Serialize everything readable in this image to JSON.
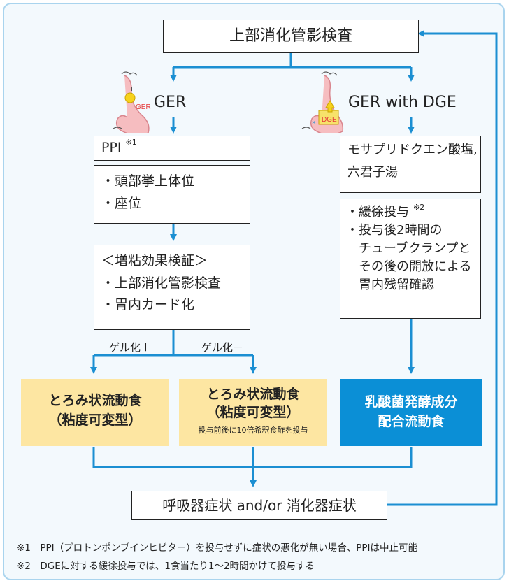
{
  "top_box": "上部消化管影検査",
  "ger_label": "GER",
  "ger_dge_label": "GER with DGE",
  "stomach_left_tag": "GER",
  "stomach_right_tag": "DGE",
  "left": {
    "ppi": "PPI",
    "ppi_ref": "※1",
    "posture": [
      "・頭部挙上体位",
      "・座位"
    ],
    "thick_test": [
      "＜増粘効果検証＞",
      "・上部消化管影検査",
      "・胃内カード化"
    ],
    "gel_plus": "ゲル化＋",
    "gel_minus": "ゲル化－",
    "food1": [
      "とろみ状流動食",
      "（粘度可変型）"
    ],
    "food2": [
      "とろみ状流動食",
      "（粘度可変型）"
    ],
    "food2_note": "投与前後に10倍希釈食酢を投与"
  },
  "right": {
    "drug": [
      "モサプリドクエン酸塩,",
      "六君子湯"
    ],
    "slow_admin": "・緩徐投与",
    "slow_ref": "※2",
    "clamp": [
      "・投与後2時間の",
      "チューブクランプと",
      "その後の開放による",
      "胃内残留確認"
    ],
    "food3": [
      "乳酸菌発酵成分",
      "配合流動食"
    ]
  },
  "bottom_box": "呼吸器症状 and/or 消化器症状",
  "notes": [
    "※1　PPI（プロトンポンプインヒビター）を投与せずに症状の悪化が無い場合、PPIは中止可能",
    "※2　DGEに対する緩徐投与では、1食当たり1～2時間かけて投与する"
  ],
  "colors": {
    "arrow": "#1b8fd2",
    "frame": "#a9d4ee",
    "bg": "#f3f9fd",
    "orange": "#fde6a2",
    "blue": "#0b8fd6"
  }
}
